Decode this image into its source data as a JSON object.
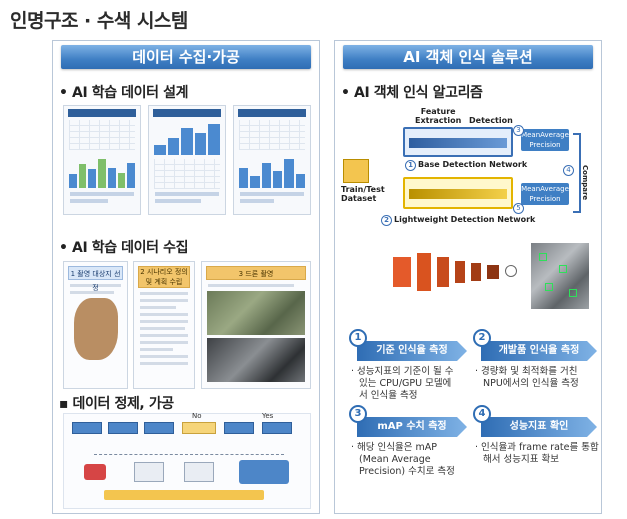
{
  "page_title": "인명구조 · 수색 시스템",
  "left": {
    "header": "데이터 수집·가공",
    "sec1": "• AI 학습 데이터 설계",
    "sec2": "• AI 학습 데이터 수집",
    "sec3": "▪ 데이터 정제, 가공",
    "collect_cards": [
      {
        "title": "1 촬영 대상지 선정"
      },
      {
        "title": "2 시나리오 정의 및 계획 수립"
      },
      {
        "title": "3 드론 촬영"
      }
    ],
    "flow_labels": [
      "No",
      "Yes"
    ]
  },
  "right": {
    "header": "AI 객체 인식 솔루션",
    "sec1": "• AI 객체 인식 알고리즘",
    "diagram": {
      "feature_extraction": "Feature\nExtraction",
      "detection": "Detection",
      "base_net": "Base Detection Network",
      "light_net": "Lightweight Detection Network",
      "dataset": "Train/Test\nDataset",
      "map1": "MeanAverage\nPrecision",
      "map2": "MeanAverage\nPrecision",
      "compare": "Compare",
      "nums": [
        "1",
        "2",
        "3",
        "4",
        "5"
      ]
    },
    "steps": [
      {
        "num": "1",
        "title": "기준 인식율 측정",
        "desc": [
          "· 성능지표의 기준이 될 수",
          "있는 CPU/GPU 모델에",
          "서 인식율 측정"
        ]
      },
      {
        "num": "2",
        "title": "개발품 인식율 측정",
        "desc": [
          "· 경량화 및 최적화를 거친",
          "NPU에서의 인식율 측정"
        ]
      },
      {
        "num": "3",
        "title": "mAP 수치 측정",
        "desc": [
          "· 해당 인식율은 mAP",
          "(Mean Average",
          "Precision) 수치로 측정"
        ]
      },
      {
        "num": "4",
        "title": "성능지표 확인",
        "desc": [
          "· 인식율과 frame rate를 통합",
          "해서 성능지표 확보"
        ]
      }
    ]
  },
  "colors": {
    "header_blue": "#3f7fc4",
    "border": "#b9c7d8",
    "accent_yellow": "#f6d57a"
  }
}
